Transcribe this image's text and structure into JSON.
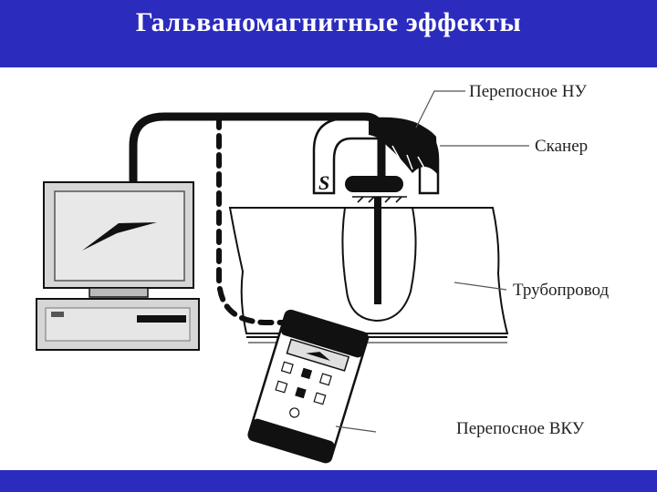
{
  "title": "Гальваномагнитные эффекты",
  "labels": {
    "portable_nu": "Перепосное НУ",
    "scanner": "Сканер",
    "pipeline": "Трубопровод",
    "portable_vku": "Перепосное ВКУ",
    "magnet_pole": "S"
  },
  "colors": {
    "header_bg": "#2b2bbd",
    "header_text": "#ffffff",
    "line": "#111111"
  }
}
